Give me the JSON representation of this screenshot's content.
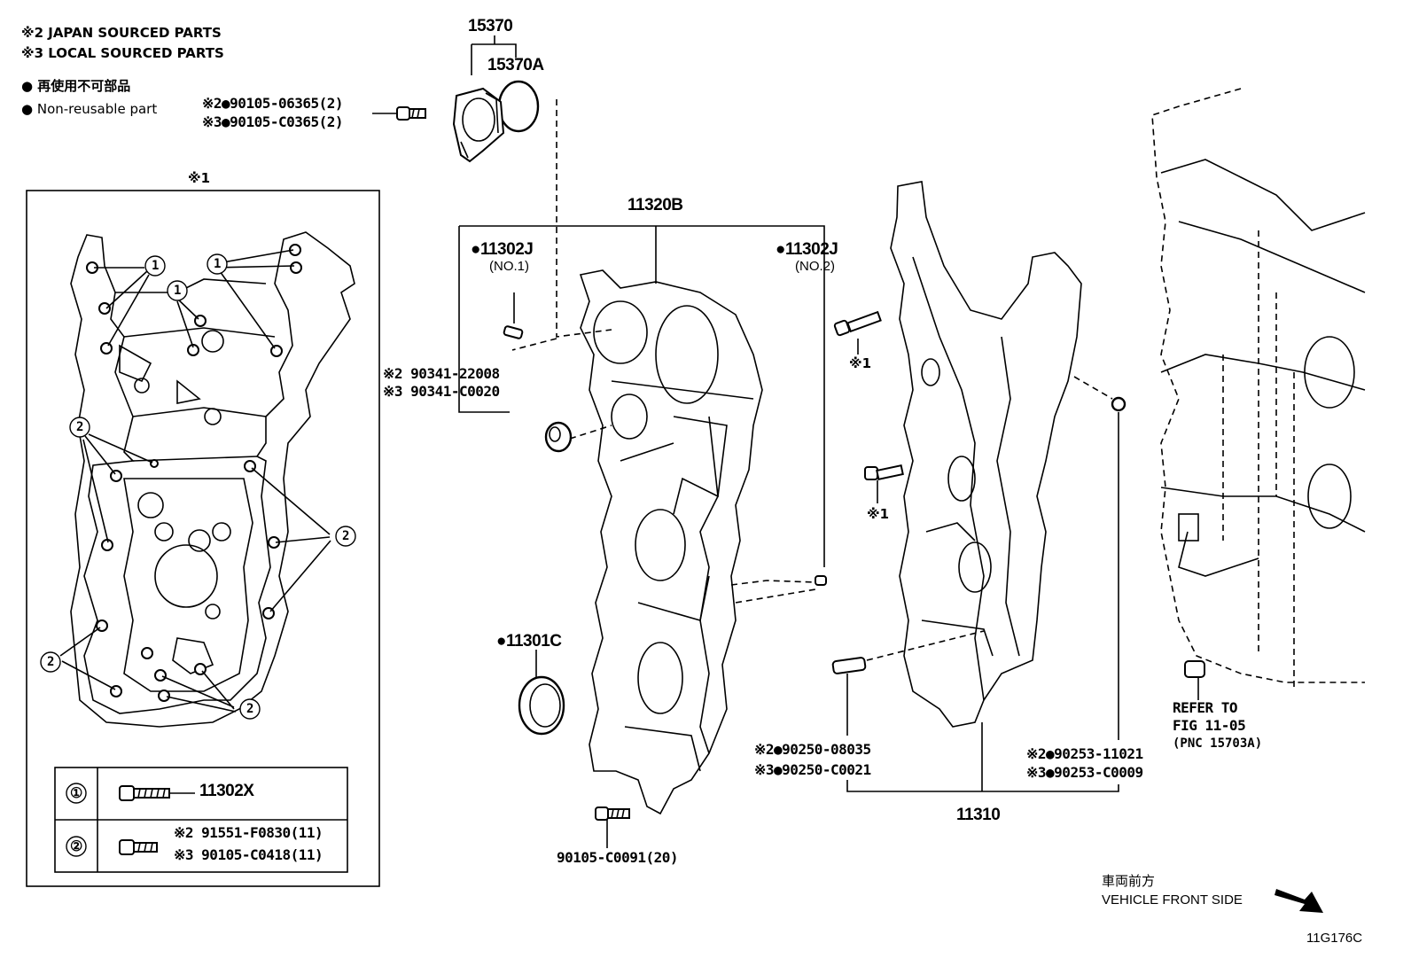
{
  "legend": {
    "japan": "※2 JAPAN SOURCED PARTS",
    "local": "※3 LOCAL SOURCED PARTS",
    "nonreuse_jp": "● 再使用不可部品",
    "nonreuse_en": "● Non-reusable part"
  },
  "inset": {
    "title": "※1",
    "table": {
      "r1_key": "①",
      "r1_part": "11302X",
      "r2_key": "②",
      "r2_jp": "※2 91551-F0830(11)",
      "r2_local": "※3 90105-C0418(11)"
    },
    "callout_1": "1",
    "callout_2": "2"
  },
  "parts": {
    "p15370": "15370",
    "p15370A": "15370A",
    "bolt_jp": "※2●90105-06365(2)",
    "bolt_local": "※3●90105-C0365(2)",
    "p11320B": "11320B",
    "pin1": "●11302J",
    "pin1_no": "(NO.1)",
    "pin2": "●11302J",
    "pin2_no": "(NO.2)",
    "plug_jp": "※2 90341-22008",
    "plug_local": "※3 90341-C0020",
    "seal": "●11301C",
    "bolt_bottom": "90105-C0091(20)",
    "ref1": "※1",
    "ref2": "※1",
    "dowel_jp": "※2●90250-08035",
    "dowel_local": "※3●90250-C0021",
    "p11310": "11310",
    "ring_jp": "※2●90253-11021",
    "ring_local": "※3●90253-C0009",
    "refer_1": "REFER TO",
    "refer_2": "FIG 11-05",
    "refer_3": "(PNC 15703A)"
  },
  "front": {
    "jp": "車両前方",
    "en": "VEHICLE FRONT SIDE"
  },
  "figure_code": "11G176C",
  "icons": [
    "bolt-icon",
    "oring-icon",
    "oil-seal-icon",
    "plug-icon",
    "dowel-pin-icon",
    "direction-arrow-icon"
  ]
}
